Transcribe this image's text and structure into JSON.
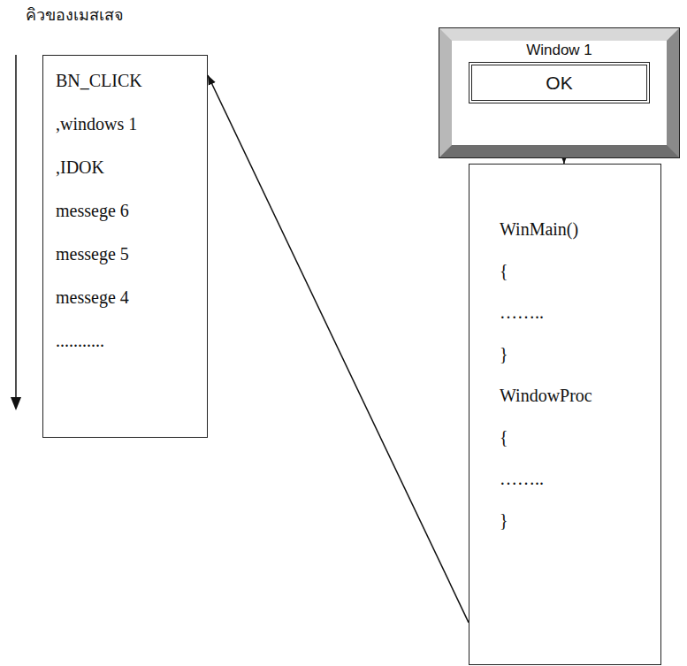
{
  "diagram": {
    "nodes": [
      {
        "text": [
          "คิวของเมสเสจ",
          "BN_CLICK",
          ",windows 1",
          ",IDOK",
          "messege 6",
          "messege 5",
          "messege 4",
          "..........."
        ]
      },
      {
        "text": [
          "Window 1"
        ]
      },
      {
        "text": [
          "OK"
        ],
        "in": 1
      },
      {
        "text": [
          "WinMain()",
          "{",
          "……..",
          "}",
          "WindowProc",
          "{",
          "……..",
          "}"
        ]
      }
    ],
    "edges": [
      {
        "from": 1,
        "to": 3,
        "arrow": "to"
      },
      {
        "from": 3,
        "to": 0,
        "arrow": "to"
      }
    ]
  }
}
